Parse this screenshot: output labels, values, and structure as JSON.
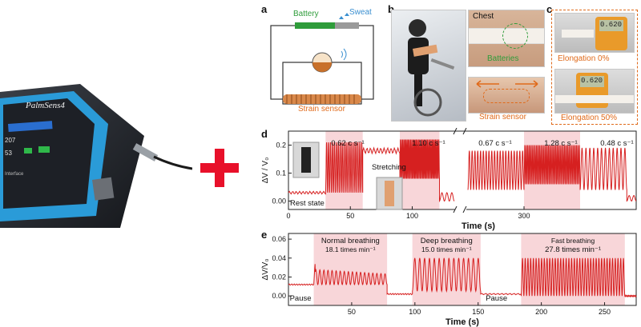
{
  "device": {
    "brand": "PalmSens4",
    "screen_readouts": [
      "207",
      "53"
    ],
    "side_label": "Interface"
  },
  "panel_a": {
    "letter": "a",
    "battery_label": "Battery",
    "sweat_label": "Sweat",
    "strain_label": "Strain sensor"
  },
  "panel_b": {
    "letter": "b",
    "chest_label": "Chest",
    "batteries_label": "Batteries",
    "strain_label": "Strain sensor"
  },
  "panel_c": {
    "letter": "c",
    "meter_top": "0.620",
    "meter_bottom": "0.620",
    "elongation_0": "Elongation 0%",
    "elongation_50": "Elongation 50%"
  },
  "chart_data": [
    {
      "panel": "d",
      "type": "line",
      "title": "",
      "xlabel": "Time (s)",
      "ylabel": "ΔV / V₀",
      "xticks": [
        "0",
        "50",
        "100",
        "300"
      ],
      "yticks": [
        "0.00",
        "0.1",
        "0.2"
      ],
      "ylim": [
        -0.03,
        0.25
      ],
      "axis_break": true,
      "annotations": [
        "Rest state",
        "0.62 c s⁻¹",
        "Stretching",
        "1.10 c s⁻¹",
        "0.67 c s⁻¹",
        "1.28 c s⁻¹",
        "0.48 c s⁻¹"
      ],
      "segments": [
        {
          "name": "rest",
          "t": [
            0,
            30
          ],
          "baseline": 0.03,
          "amplitude": 0.005,
          "cycles": 0
        },
        {
          "name": "0.62",
          "t": [
            30,
            60
          ],
          "baseline": 0.03,
          "amplitude": 0.18,
          "cycles": 19
        },
        {
          "name": "stretching",
          "t": [
            60,
            90
          ],
          "baseline": 0.18,
          "amplitude": 0.01,
          "cycles": 0
        },
        {
          "name": "1.10",
          "t": [
            90,
            122
          ],
          "baseline": 0.08,
          "amplitude": 0.14,
          "cycles": 35
        },
        {
          "name": "recover",
          "t": [
            122,
            134
          ],
          "baseline": 0.0,
          "amplitude": 0.03,
          "cycles": 3
        },
        {
          "name": "0.67",
          "t": [
            240,
            300
          ],
          "baseline": 0.04,
          "amplitude": 0.14,
          "cycles": 20
        },
        {
          "name": "1.28",
          "t": [
            300,
            360
          ],
          "baseline": 0.06,
          "amplitude": 0.14,
          "cycles": 38
        },
        {
          "name": "0.48",
          "t": [
            360,
            410
          ],
          "baseline": 0.04,
          "amplitude": 0.15,
          "cycles": 12
        },
        {
          "name": "end",
          "t": [
            410,
            420
          ],
          "baseline": 0.0,
          "amplitude": 0.02,
          "cycles": 2
        }
      ]
    },
    {
      "panel": "e",
      "type": "line",
      "title": "",
      "xlabel": "Time (s)",
      "ylabel": "ΔV/V₀",
      "xticks": [
        "50",
        "100",
        "150",
        "200",
        "250"
      ],
      "yticks": [
        "0.00",
        "0.02",
        "0.04",
        "0.06"
      ],
      "xlim": [
        0,
        275
      ],
      "ylim": [
        -0.01,
        0.066
      ],
      "annotations": [
        "Pause",
        "Normal breathing",
        "18.1 times min⁻¹",
        "Deep breathing",
        "15.0 times min⁻¹",
        "Pause",
        "Fast breathing",
        "27.8 times min⁻¹"
      ],
      "segments": [
        {
          "name": "pause",
          "t": [
            0,
            20
          ],
          "baseline": 0.012,
          "amplitude": 0.0,
          "cycles": 0
        },
        {
          "name": "normal",
          "t": [
            20,
            78
          ],
          "baseline": 0.012,
          "amplitude": 0.016,
          "cycles": 18,
          "peak_start": 0.038
        },
        {
          "name": "pause2",
          "t": [
            78,
            98
          ],
          "baseline": 0.002,
          "amplitude": 0.0,
          "cycles": 0
        },
        {
          "name": "deep",
          "t": [
            98,
            152
          ],
          "baseline": 0.005,
          "amplitude": 0.035,
          "cycles": 14
        },
        {
          "name": "pause3",
          "t": [
            152,
            184
          ],
          "baseline": 0.002,
          "amplitude": 0.0,
          "cycles": 0
        },
        {
          "name": "fast",
          "t": [
            184,
            266
          ],
          "baseline": 0.0,
          "amplitude": 0.04,
          "cycles": 38
        },
        {
          "name": "end",
          "t": [
            266,
            275
          ],
          "baseline": 0.0,
          "amplitude": 0.0,
          "cycles": 0
        }
      ]
    }
  ],
  "colors": {
    "trace": "#d62020",
    "highlight": "#f6c8cc",
    "plus": "#e8102a",
    "accent_orange": "#e06a1a",
    "green": "#2e9c3a",
    "blue": "#3a8fd0"
  }
}
